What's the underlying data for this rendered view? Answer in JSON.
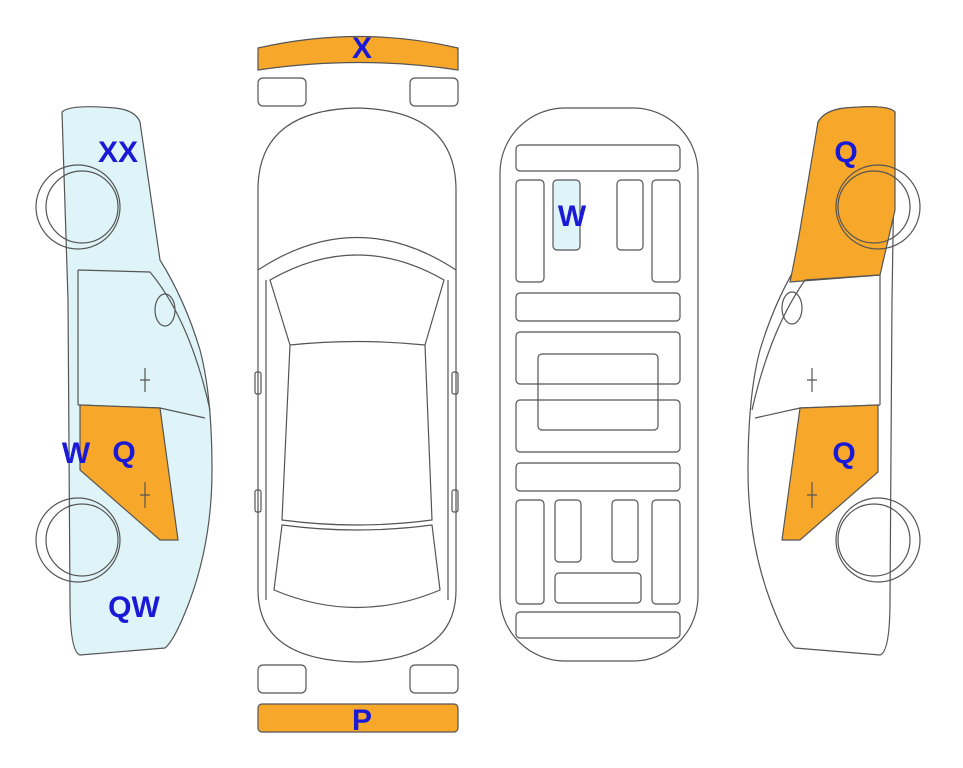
{
  "colors": {
    "damage_orange": "#f7a82b",
    "damage_light_blue": "#dff4f8",
    "outline": "#555555",
    "label_blue": "#1a1ad6"
  },
  "labels": {
    "front_bumper": "X",
    "rear_bumper": "P",
    "left_front_fender": "XX",
    "left_front_door": "Q",
    "left_rocker": "W",
    "left_rear_quarter": "QW",
    "underbody_panel": "W",
    "right_front_fender": "Q",
    "right_front_door": "Q"
  }
}
